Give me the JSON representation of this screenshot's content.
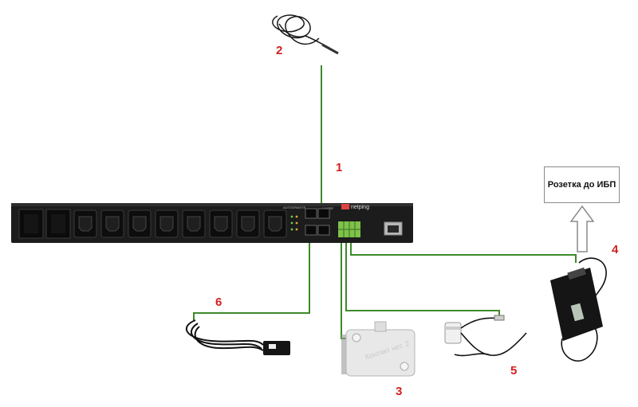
{
  "callouts": {
    "n1": "1",
    "n2": "2",
    "n3": "3",
    "n4": "4",
    "n5": "5",
    "n6": "6"
  },
  "outlet_box_label": "Розетка до ИБП",
  "device_brand": "netping",
  "device_top_label": "AUTOGRAVITE",
  "device_small_label": "1-WIRE",
  "sensor3_label": "Контакт нет. 2",
  "colors": {
    "wire": "#3d8a2a",
    "callout": "#d21f1f",
    "device_body": "#1c1c1c"
  }
}
